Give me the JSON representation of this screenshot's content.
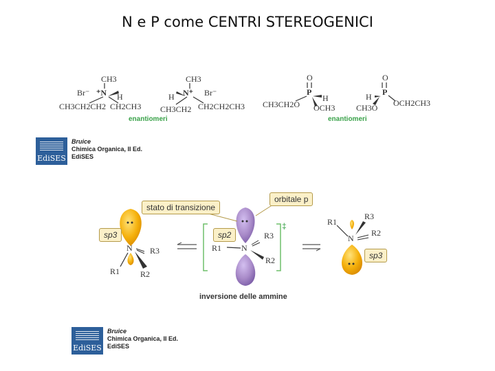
{
  "title": "N e P come CENTRI STEREOGENICI",
  "molecules": {
    "m1": {
      "top": "CH3",
      "left_ion": "Br⁻",
      "n": "⁺N",
      "h": "H",
      "sub_left": "CH3CH2CH2",
      "sub_right": "CH2CH3"
    },
    "m2": {
      "top": "CH3",
      "h": "H",
      "n": "N⁺",
      "right_ion": "Br⁻",
      "sub_left": "CH3CH2",
      "sub_right": "CH2CH2CH3"
    },
    "m3": {
      "top": "O",
      "p": "P",
      "h": "H",
      "sub_left": "CH3CH2O",
      "sub_right": "OCH3"
    },
    "m4": {
      "top": "O",
      "h": "H",
      "p": "P",
      "sub_left": "CH3O",
      "sub_right": "OCH2CH3"
    }
  },
  "enantiomer_label_1": "enantiomeri",
  "enantiomer_label_2": "enantiomeri",
  "publisher_1": {
    "logo": "EdiSES",
    "author": "Bruice",
    "book": "Chimica Organica, II Ed.",
    "publisher": "EdiSES"
  },
  "publisher_2": {
    "logo": "EdiSES",
    "author": "Bruice",
    "book": "Chimica Organica, II Ed.",
    "publisher": "EdiSES"
  },
  "inversion": {
    "callout_transition": "stato di transizione",
    "callout_orbital": "orbitale p",
    "sp3_left": "sp3",
    "sp2": "sp2",
    "sp3_right": "sp3",
    "dagger": "‡",
    "n_label": "N",
    "r1": "R1",
    "r2": "R2",
    "r3": "R3",
    "caption": "inversione delle ammine"
  },
  "colors": {
    "lobe_yellow": "#f5b10c",
    "lobe_purple": "#a98bc9",
    "accent_green": "#3aa24a",
    "logo_blue": "#2d5f9a"
  }
}
